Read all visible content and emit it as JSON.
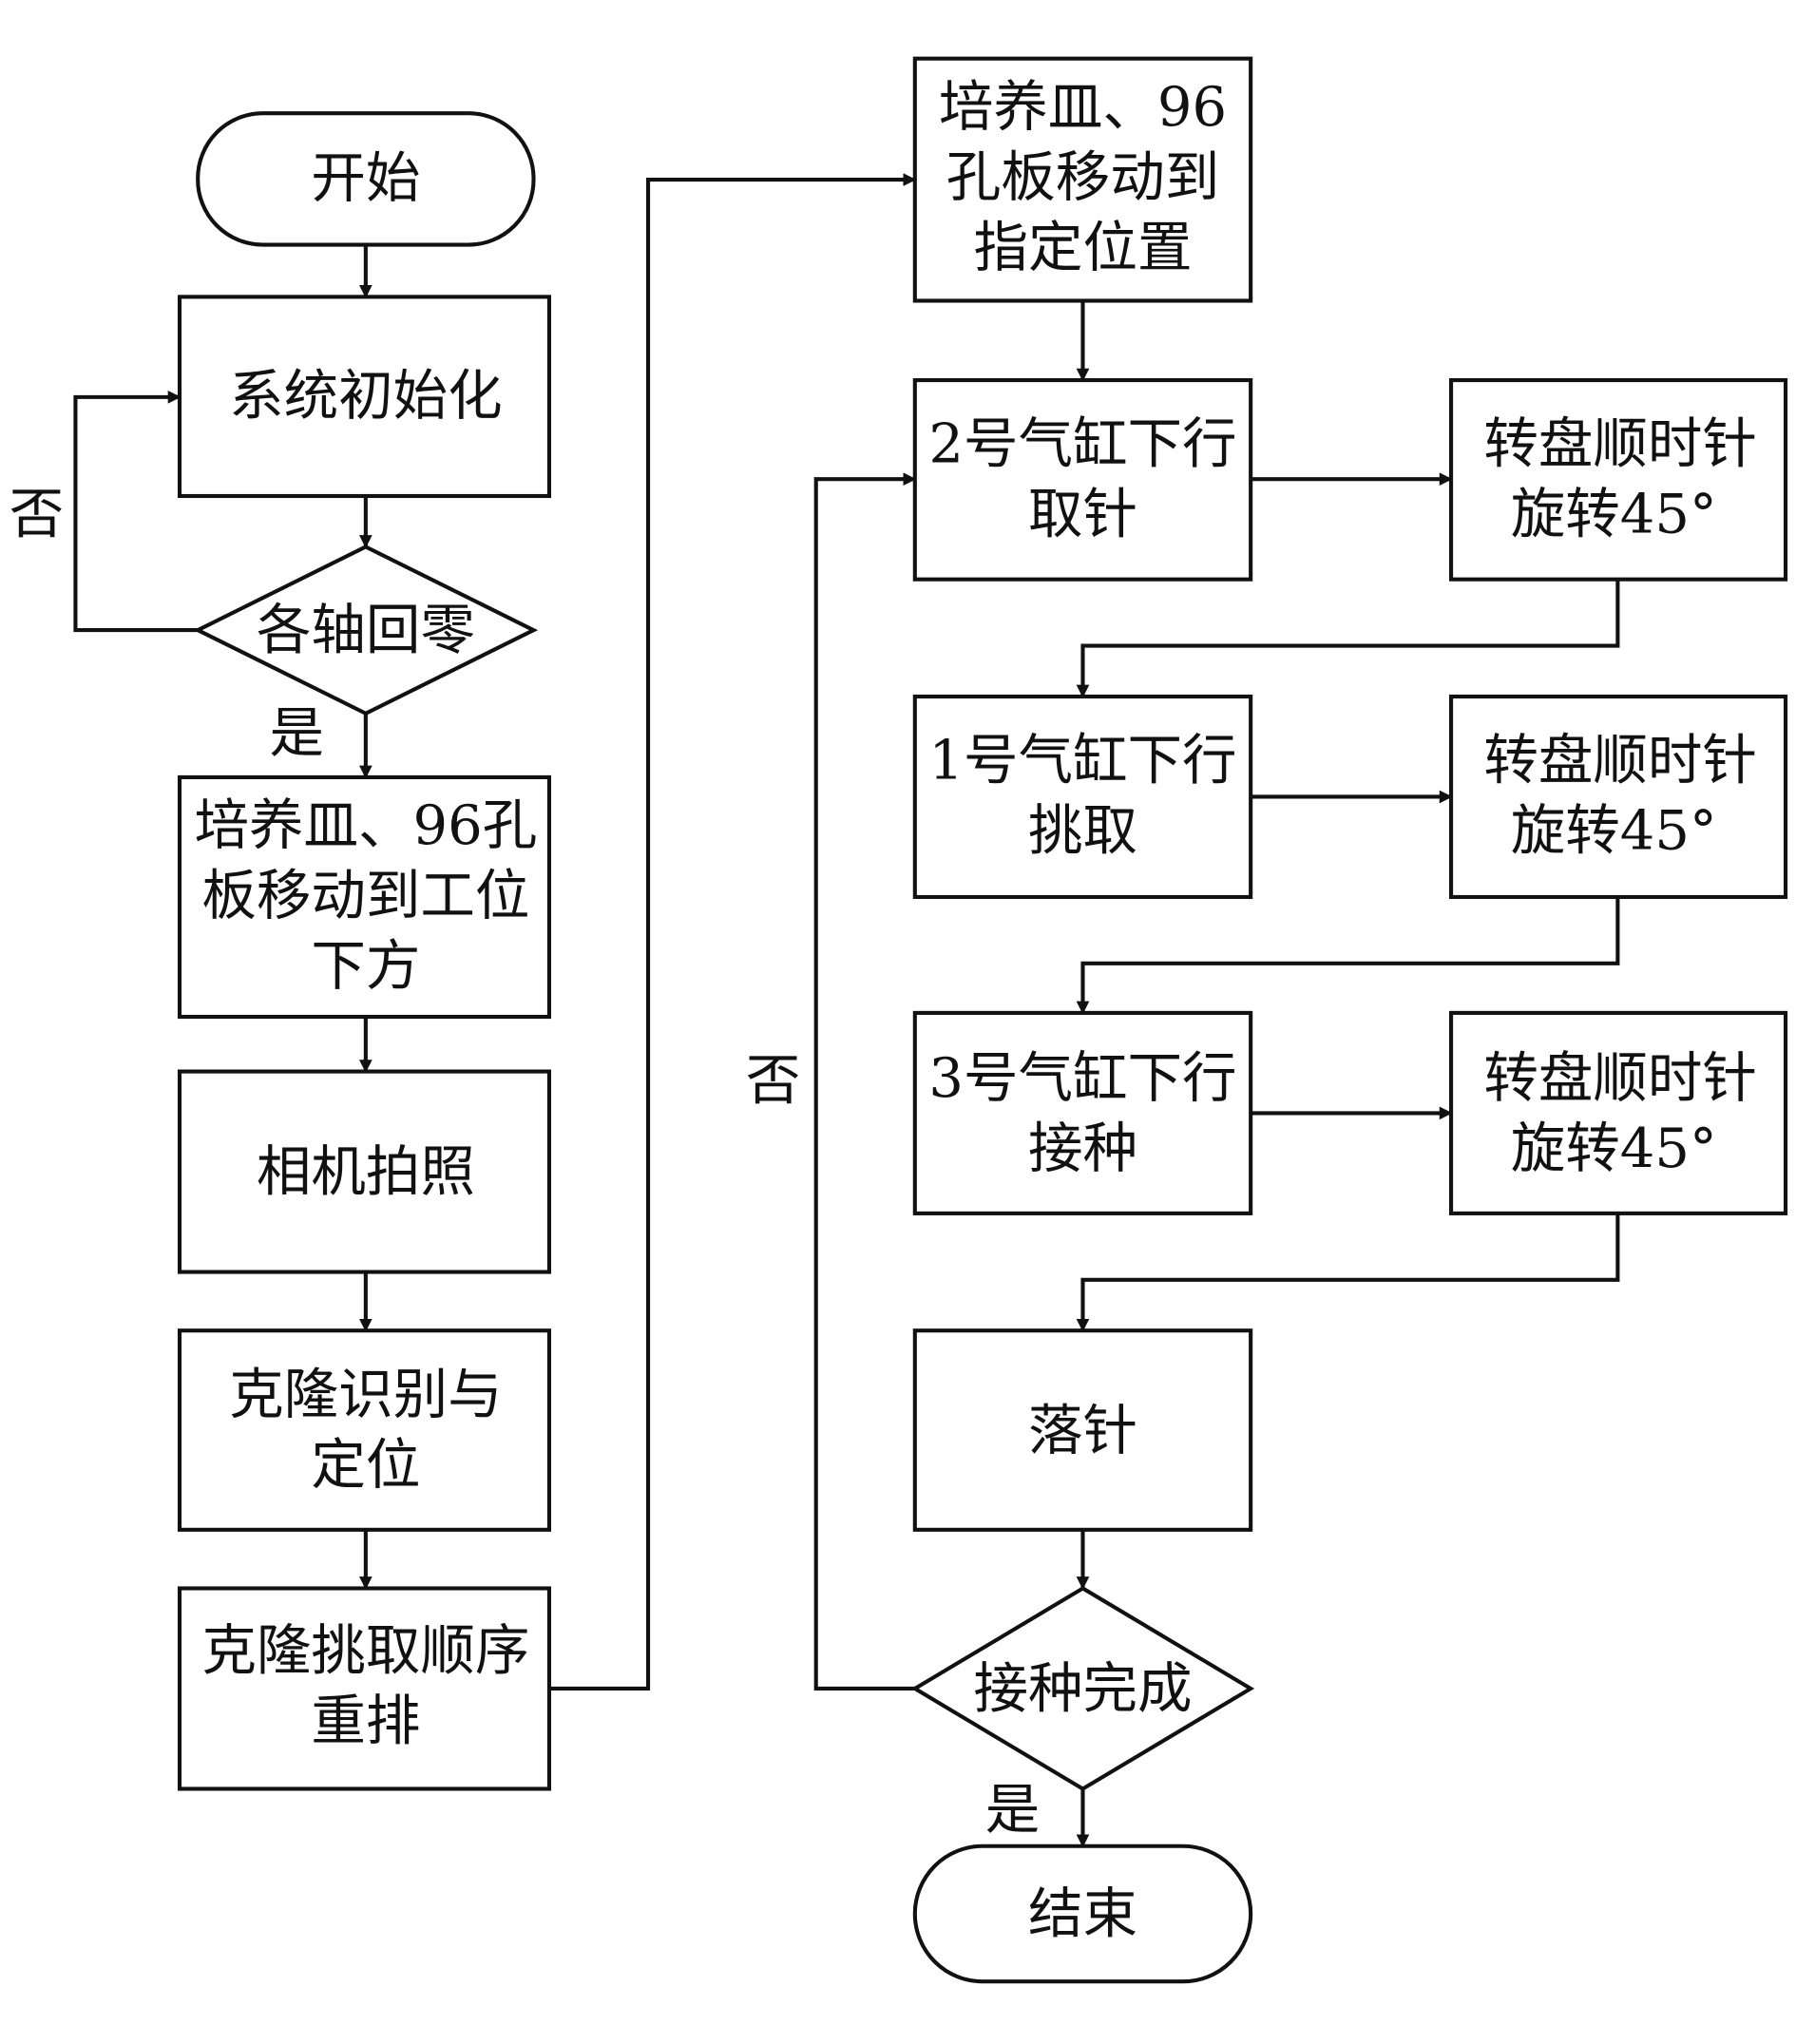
{
  "nodes": {
    "start": [
      "开始"
    ],
    "init": [
      "系统初始化"
    ],
    "home": [
      "各轴回零"
    ],
    "move_under": [
      "培养皿、96孔",
      "板移动到工位",
      "下方"
    ],
    "photo": [
      "相机拍照"
    ],
    "identify": [
      "克隆识别与",
      "定位"
    ],
    "reorder": [
      "克隆挑取顺序",
      "重排"
    ],
    "move_pos": [
      "培养皿、96",
      "孔板移动到",
      "指定位置"
    ],
    "cyl2": [
      "2号气缸下行",
      "取针"
    ],
    "rot1": [
      "转盘顺时针",
      "旋转45°"
    ],
    "cyl1": [
      "1号气缸下行",
      "挑取"
    ],
    "rot2": [
      "转盘顺时针",
      "旋转45°"
    ],
    "cyl3": [
      "3号气缸下行",
      "接种"
    ],
    "rot3": [
      "转盘顺时针",
      "旋转45°"
    ],
    "drop": [
      "落针"
    ],
    "done": [
      "接种完成"
    ],
    "end": [
      "结束"
    ]
  },
  "labels": {
    "home_no": "否",
    "home_yes": "是",
    "done_no": "否",
    "done_yes": "是"
  }
}
